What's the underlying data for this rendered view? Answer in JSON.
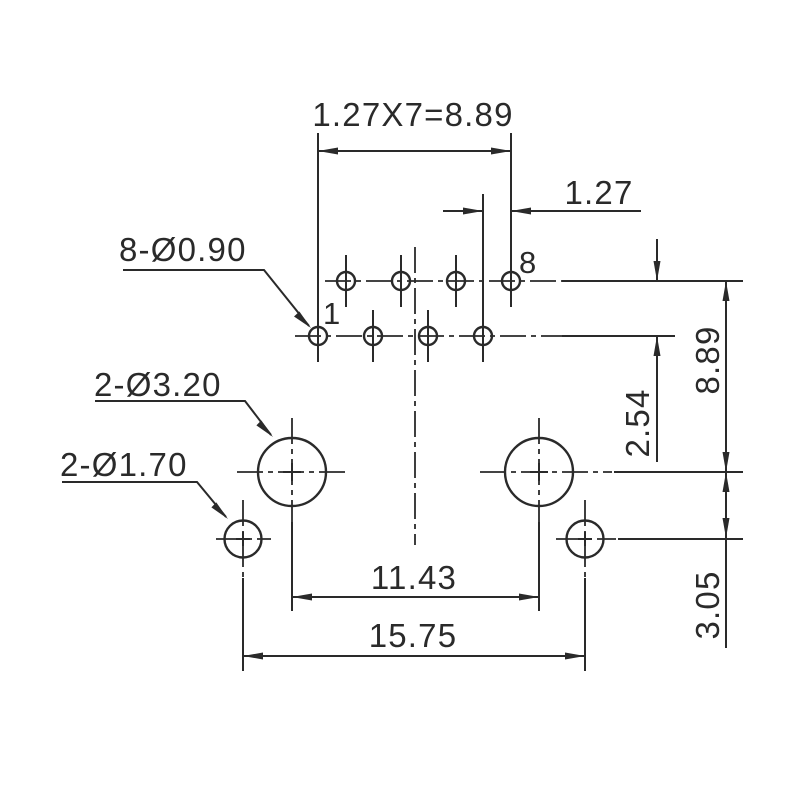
{
  "drawing": {
    "background": "#ffffff",
    "line_color": "#2a2a2a"
  },
  "callouts": {
    "pin_holes": "8-Ø0.90",
    "large_mount_holes": "2-Ø3.20",
    "small_mount_holes": "2-Ø1.70"
  },
  "dimensions": {
    "pitch_total": "1.27X7=8.89",
    "pitch": "1.27",
    "row_offset": "2.54",
    "rows_to_large_holes": "8.89",
    "large_to_small_holes": "3.05",
    "large_hole_span": "11.43",
    "small_hole_span": "15.75"
  },
  "pin_numbers": {
    "first": "1",
    "last": "8"
  },
  "hole_sets": [
    {
      "label": "8-Ø0.90",
      "count": 8,
      "diameter_mm": 0.9
    },
    {
      "label": "2-Ø3.20",
      "count": 2,
      "diameter_mm": 3.2
    },
    {
      "label": "2-Ø1.70",
      "count": 2,
      "diameter_mm": 1.7
    }
  ]
}
